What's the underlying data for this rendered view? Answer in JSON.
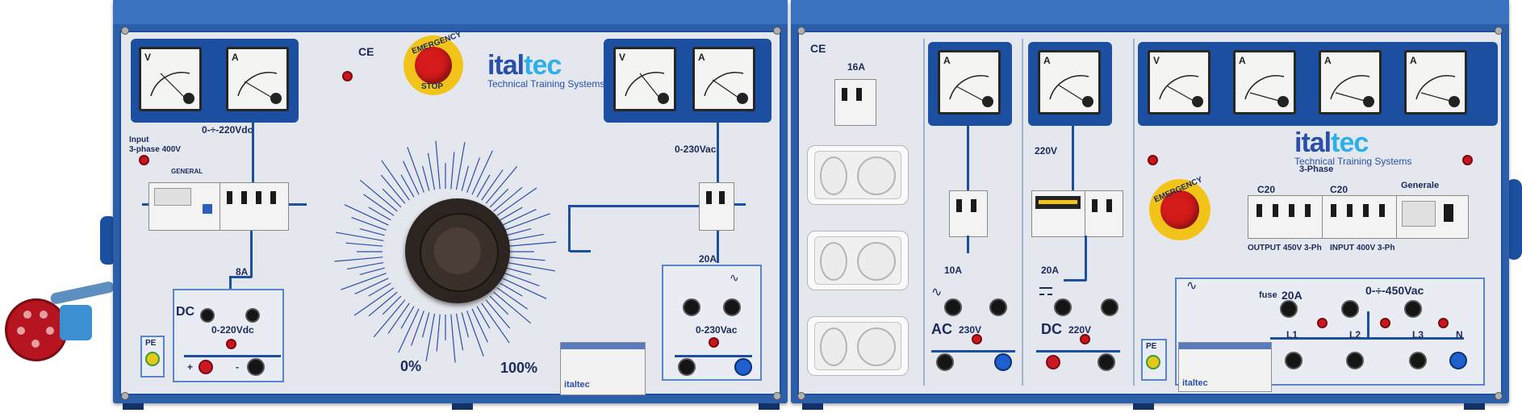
{
  "left_panel": {
    "meters": {
      "v1_letter": "V",
      "a1_letter": "A",
      "v2_letter": "V",
      "a2_letter": "A"
    },
    "ce_mark": "CE",
    "emergency_label": "EMERGENCY",
    "emergency_label_bottom": "STOP",
    "brand_name_part1": "ital",
    "brand_name_part2": "tec",
    "brand_tagline": "Technical Training Systems",
    "input_label": "Input",
    "input_sub_label": "3-phase 400V",
    "general_label": "GENERAL",
    "dc_range_label": "0-÷-220Vdc",
    "ac_range_label": "0-230Vac",
    "fuse_8a": "8A",
    "fuse_20a": "20A",
    "dc_label": "DC",
    "dc_out_label": "0-220Vdc",
    "plus_label": "+",
    "minus_label": "-",
    "ac_out_label": "0-230Vac",
    "pe_label": "PE",
    "pct_0": "0%",
    "pct_100": "100%",
    "plate_brand": "italtec"
  },
  "right_panel": {
    "ce_mark": "CE",
    "breaker_16a": "16A",
    "meter_letters": [
      "A",
      "A",
      "V",
      "A",
      "A",
      "A"
    ],
    "label_220v": "220V",
    "fuse_10a": "10A",
    "fuse_20a": "20A",
    "ac_label": "AC",
    "ac_voltage": "230V",
    "dc_label": "DC",
    "dc_voltage": "220V",
    "brand_name_part1": "ital",
    "brand_name_part2": "tec",
    "brand_tagline": "Technical Training Systems",
    "emergency_label": "EMERGENCY",
    "three_phase": "3-Phase",
    "c20_a": "C20",
    "c20_b": "C20",
    "generale": "Generale",
    "output_label": "OUTPUT 450V 3-Ph",
    "input_label": "INPUT 400V 3-Ph",
    "fuse_label": "fuse",
    "fuse_value": "20A",
    "range_label": "0-÷-450Vac",
    "l1": "L1",
    "l2": "L2",
    "l3": "L3",
    "n": "N",
    "pe_label": "PE",
    "plate_brand": "italtec"
  },
  "colors": {
    "panel_blue": "#2c5fa8",
    "face_grey": "#e4e8ee",
    "line_blue": "#1c4fa0",
    "lamp_red": "#c8181e",
    "emergency_red": "#d41a1a",
    "emergency_yellow": "#f2c41a"
  }
}
